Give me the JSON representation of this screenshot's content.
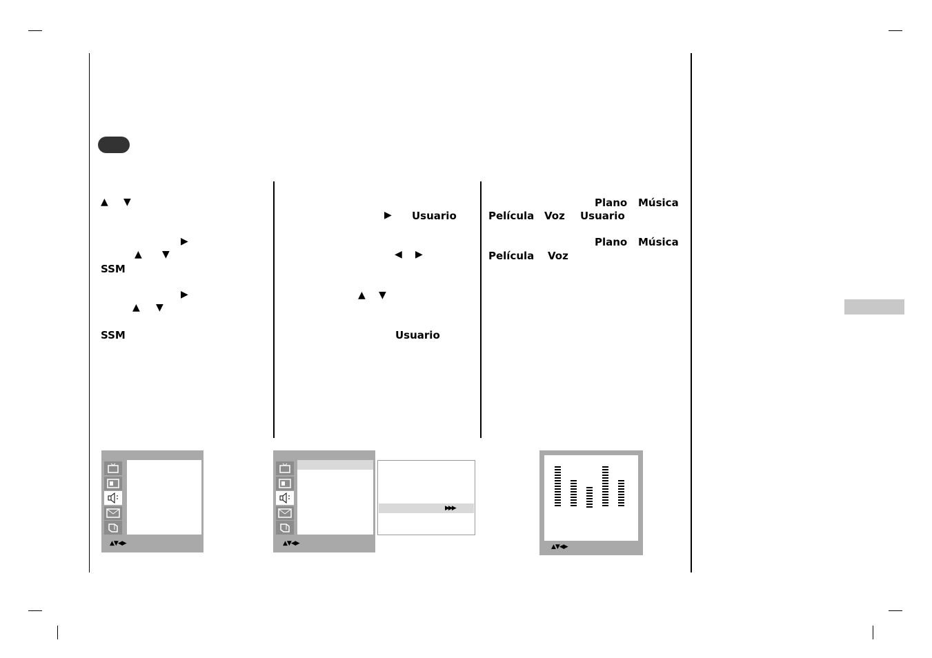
{
  "col1": {
    "ssm_1": "SSM",
    "ssm_2": "SSM"
  },
  "col2": {
    "usuario_1": "Usuario",
    "usuario_2": "Usuario"
  },
  "col3": {
    "line1": [
      "Plano",
      "Música"
    ],
    "line2": [
      "Película",
      "Voz",
      "Usuario"
    ],
    "line3": [
      "Plano",
      "Música"
    ],
    "line4": [
      "Película",
      "Voz"
    ]
  },
  "symbols": {
    "up": "▲",
    "down": "▼",
    "right": "▶",
    "left": "◀",
    "nav": "▲▼◀▶",
    "enter": "▶▶▶"
  },
  "osd_icons": [
    "tv-icon",
    "picture-icon",
    "sound-icon",
    "special-icon",
    "screen-icon"
  ],
  "equalizer": {
    "bands": [
      6,
      4,
      3,
      6,
      4
    ]
  },
  "colors": {
    "osd_frame": "#a9a9a9",
    "side_tab": "#c8c8c8",
    "pill": "#333333"
  }
}
